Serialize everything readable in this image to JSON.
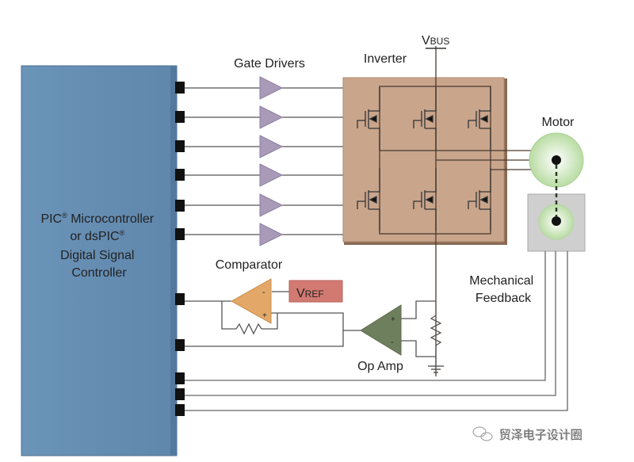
{
  "controller": {
    "line1": "PIC",
    "reg1": "®",
    "line1b": " Microcontroller",
    "line2": "or dsPIC",
    "reg2": "®",
    "line3": "Digital Signal",
    "line4": "Controller",
    "color": "#6a93b8"
  },
  "labels": {
    "gate_drivers": "Gate Drivers",
    "inverter": "Inverter",
    "vbus_v": "V",
    "vbus_sub": "BUS",
    "motor": "Motor",
    "comparator": "Comparator",
    "vref_v": "V",
    "vref_sub": "REF",
    "op_amp": "Op Amp",
    "mech1": "Mechanical",
    "mech2": "Feedback",
    "comp_minus": "-",
    "comp_plus": "+",
    "op_plus": "+",
    "op_minus": "-"
  },
  "colors": {
    "inverter": "#c9a58c",
    "gate_driver": "#a99ab8",
    "comparator": "#e3a868",
    "vref": "#d27a72",
    "op_amp": "#6e7f5e",
    "motor": "#c8e6b4",
    "feedback_box": "#cfcfcf"
  },
  "watermark": "贸泽电子设计圈"
}
